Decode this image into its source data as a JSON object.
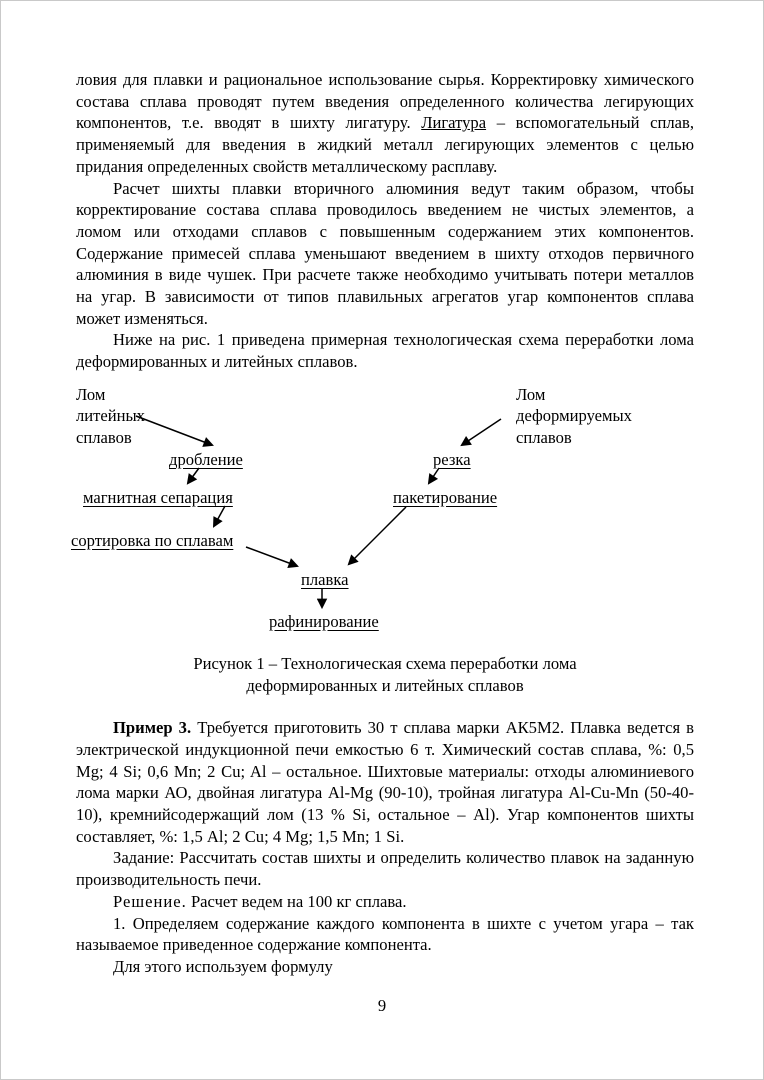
{
  "page": {
    "number": "9"
  },
  "text": {
    "p1_pre": "ловия для плавки и рациональное использование сырья. Корректировку химического состава сплава проводят путем введения определенного количества легирующих компонентов, т.е. вводят в шихту лигатуру. ",
    "p1_term": "Лигатура",
    "p1_post": " – вспомогательный сплав, применяемый для введения в жидкий металл легирующих элементов с целью придания определенных свойств металлическому расплаву.",
    "p2": "Расчет шихты плавки вторичного алюминия ведут таким образом, чтобы корректирование состава сплава проводилось введением не чистых элементов, а ломом или отходами сплавов с повышенным содержанием этих компонентов. Содержание примесей сплава уменьшают введением в шихту отходов первичного алюминия в виде чушек. При расчете также необходимо учитывать потери металлов на угар. В зависимости от типов плавильных агрегатов угар компонентов сплава может изменяться.",
    "p3": "Ниже на рис. 1 приведена примерная технологическая схема переработки лома деформированных и литейных сплавов.",
    "task": "Задание: Рассчитать состав шихты и определить количество плавок на заданную производительность печи.",
    "solution_label": "Решение.",
    "solution_text": " Расчет ведем на 100 кг сплава.",
    "step1": "1. Определяем содержание каждого компонента в шихте с учетом угара – так называемое приведенное содержание компонента.",
    "formula_intro": "Для этого используем формулу"
  },
  "example": {
    "label": "Пример 3.",
    "text": " Требуется приготовить 30 т сплава марки АК5М2. Плавка ведется в электрической индукционной печи емкостью 6 т. Химический состав сплава, %: 0,5 Mg; 4 Si; 0,6 Mn; 2 Cu; Al – остальное. Шихтовые материалы: отходы алюминиевого лома марки АО, двойная лигатура Al-Mg (90-10), тройная лигатура Al-Cu-Mn (50-40-10), кремнийсодержащий лом (13 % Si, остальное – Al). Угар компонентов шихты составляет, %: 1,5 Al; 2 Cu; 4 Mg; 1,5 Mn; 1 Si."
  },
  "diagram": {
    "left_source": "Лом\nлитейных\nсплавов",
    "right_source": "Лом\nдеформируемых\nсплавов",
    "steps": {
      "crush": "дробление",
      "cut": "резка",
      "magnetic": "магнитная сепарация",
      "package": "пакетирование",
      "sorting": "сортировка по сплавам",
      "melt": "плавка",
      "refine": "рафинирование"
    }
  },
  "figure": {
    "caption": "Рисунок 1 – Технологическая схема переработки лома\nдеформированных и литейных сплавов"
  }
}
